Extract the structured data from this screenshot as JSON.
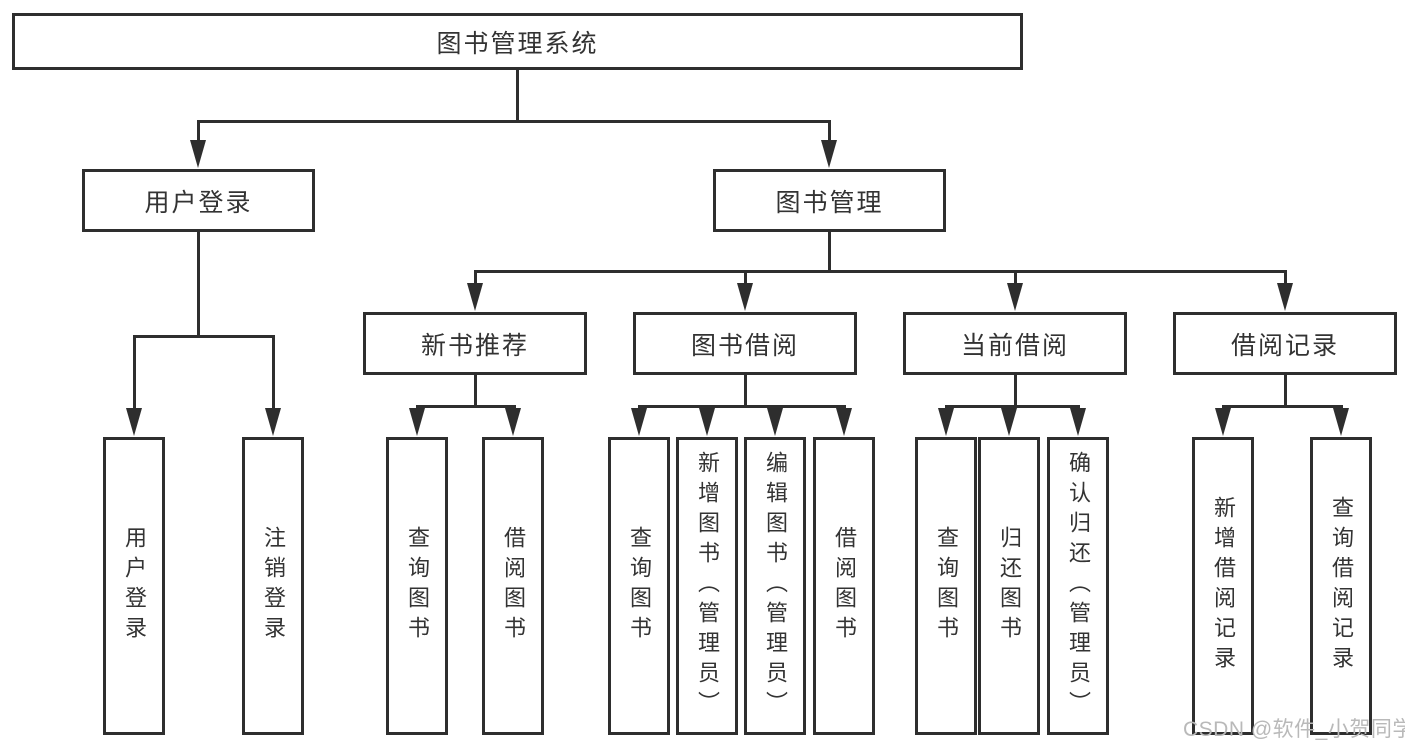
{
  "tree": {
    "label": "图书管理系统",
    "children": [
      {
        "label": "用户登录",
        "children": [
          {
            "label": "用户登录"
          },
          {
            "label": "注销登录"
          }
        ]
      },
      {
        "label": "图书管理",
        "children": [
          {
            "label": "新书推荐",
            "children": [
              {
                "label": "查询图书"
              },
              {
                "label": "借阅图书"
              }
            ]
          },
          {
            "label": "图书借阅",
            "children": [
              {
                "label": "查询图书"
              },
              {
                "label": "新增图书（管理员）"
              },
              {
                "label": "编辑图书（管理员）"
              },
              {
                "label": "借阅图书"
              }
            ]
          },
          {
            "label": "当前借阅",
            "children": [
              {
                "label": "查询图书"
              },
              {
                "label": "归还图书"
              },
              {
                "label": "确认归还（管理员）"
              }
            ]
          },
          {
            "label": "借阅记录",
            "children": [
              {
                "label": "新增借阅记录"
              },
              {
                "label": "查询借阅记录"
              }
            ]
          }
        ]
      }
    ]
  },
  "watermark": {
    "text": "CSDN @软件_小贺同学"
  },
  "colors": {
    "line": "#2e2e2e",
    "text": "#333333",
    "background": "#ffffff",
    "watermark": "#b9b9b9"
  }
}
